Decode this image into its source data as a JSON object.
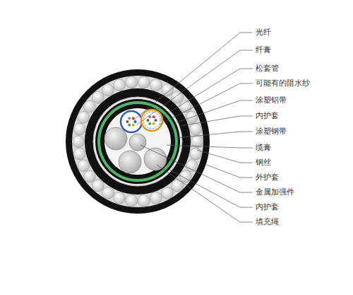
{
  "diagram": {
    "labels": [
      "光纤",
      "纤膏",
      "松套管",
      "可能有的阻水纱",
      "涂塑铝带",
      "内护套",
      "涂塑钢带",
      "缆膏",
      "钢丝",
      "外护套",
      "金属加强件",
      "内护套",
      "填充绳"
    ]
  }
}
